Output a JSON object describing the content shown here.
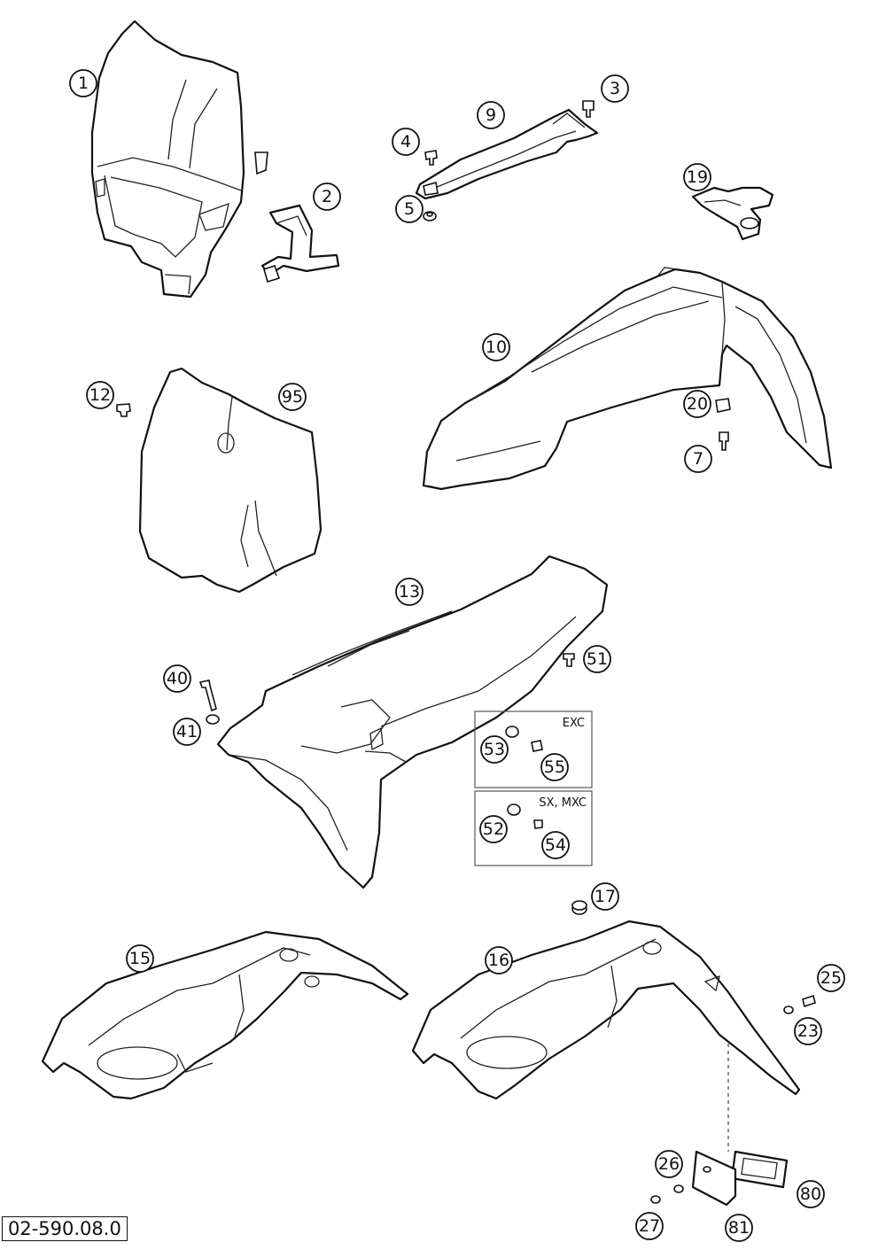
{
  "drawing_number": "02-590.08.0",
  "callouts": [
    "1",
    "2",
    "3",
    "4",
    "5",
    "9",
    "19",
    "10",
    "12",
    "95",
    "20",
    "7",
    "13",
    "51",
    "40",
    "41",
    "53",
    "55",
    "52",
    "54",
    "17",
    "15",
    "16",
    "25",
    "23",
    "26",
    "80",
    "27",
    "81"
  ],
  "box_labels": {
    "exc": "EXC",
    "sx_mxc": "SX, MXC"
  }
}
